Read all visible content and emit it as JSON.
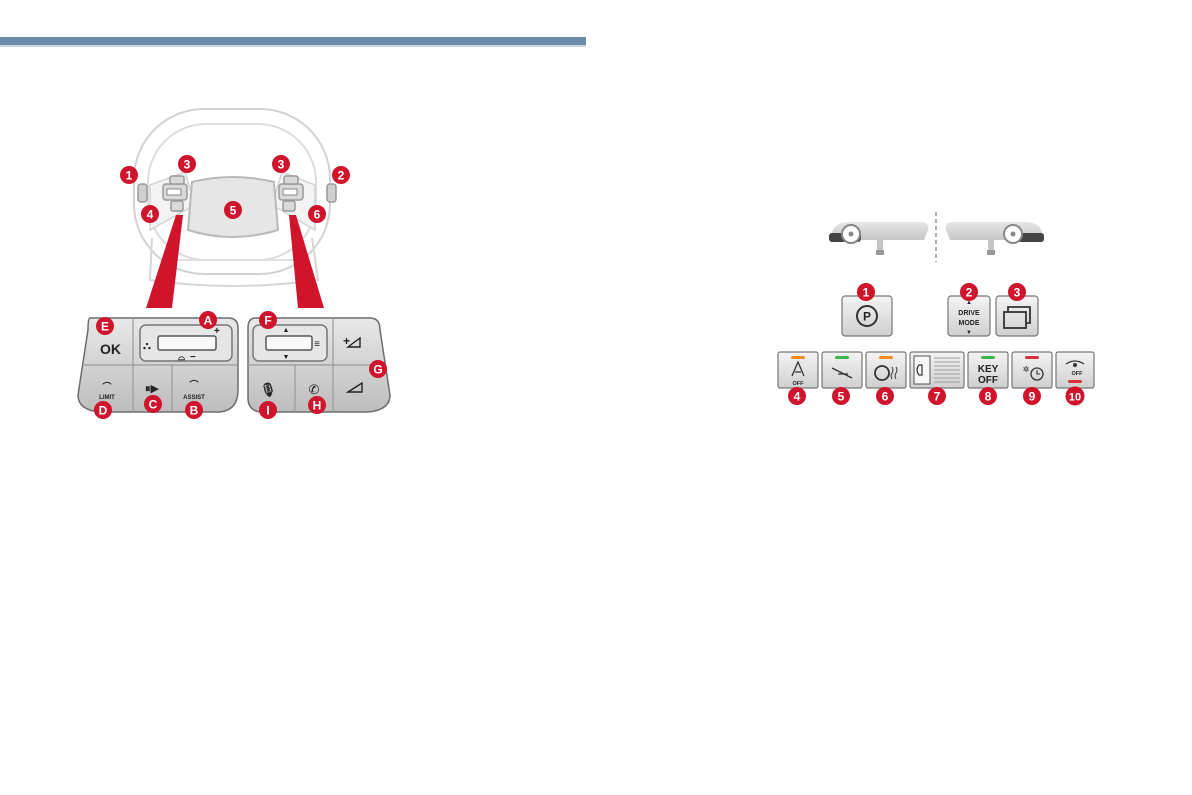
{
  "steering_labels": {
    "n1": "1",
    "n2": "2",
    "n3a": "3",
    "n3b": "3",
    "n4": "4",
    "n5": "5",
    "n6": "6",
    "A": "A",
    "B": "B",
    "C": "C",
    "D": "D",
    "E": "E",
    "F": "F",
    "G": "G",
    "H": "H",
    "I": "I"
  },
  "left_pad": {
    "ok": "OK",
    "limit": "LIMIT",
    "assist": "ASSIST",
    "plus": "+",
    "minus": "−"
  },
  "right_pad": {
    "plus": "+"
  },
  "console_labels": {
    "c1": "1",
    "c2": "2",
    "c3": "3"
  },
  "drive_mode": {
    "line1": "DRIVE",
    "line2": "MODE"
  },
  "switch_labels": [
    "4",
    "5",
    "6",
    "7",
    "8",
    "9",
    "10"
  ],
  "switch_text": {
    "off4": "OFF",
    "key": "KEY",
    "off8": "OFF",
    "off10": "OFF"
  },
  "colors": {
    "accent_red": "#d0142c",
    "header_blue": "#6a8cab",
    "led_orange": "#f08c1e",
    "led_green": "#3cb44b",
    "led_red": "#d8313a"
  }
}
